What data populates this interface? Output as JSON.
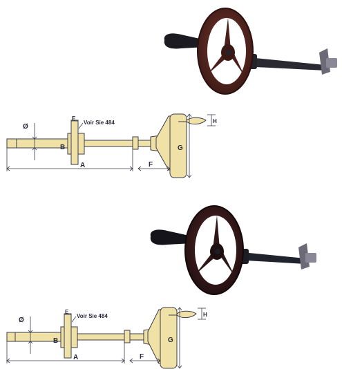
{
  "figures": [
    {
      "name": "handwheel-assembly-1",
      "photo": {
        "wheel_color": "#4a1f1c",
        "shaft_color": "#2b2a33",
        "tint": "#ffffff"
      },
      "drawing": {
        "callout": "Voir Sie 484",
        "dims": {
          "diameter": "Ø",
          "A": "A",
          "B": "B",
          "E": "E",
          "F": "F",
          "G": "G",
          "H": "H"
        },
        "fill_color": "#f0e2a6"
      }
    },
    {
      "name": "handwheel-assembly-2",
      "photo": {
        "wheel_color": "#2f1618",
        "shaft_color": "#20222c",
        "tint": "#ffffff"
      },
      "drawing": {
        "callout": "Voir Sie 484",
        "dims": {
          "diameter": "Ø",
          "A": "A",
          "B": "B",
          "E": "E",
          "F": "F",
          "G": "G",
          "H": "H"
        },
        "fill_color": "#f0e2a6"
      }
    }
  ]
}
